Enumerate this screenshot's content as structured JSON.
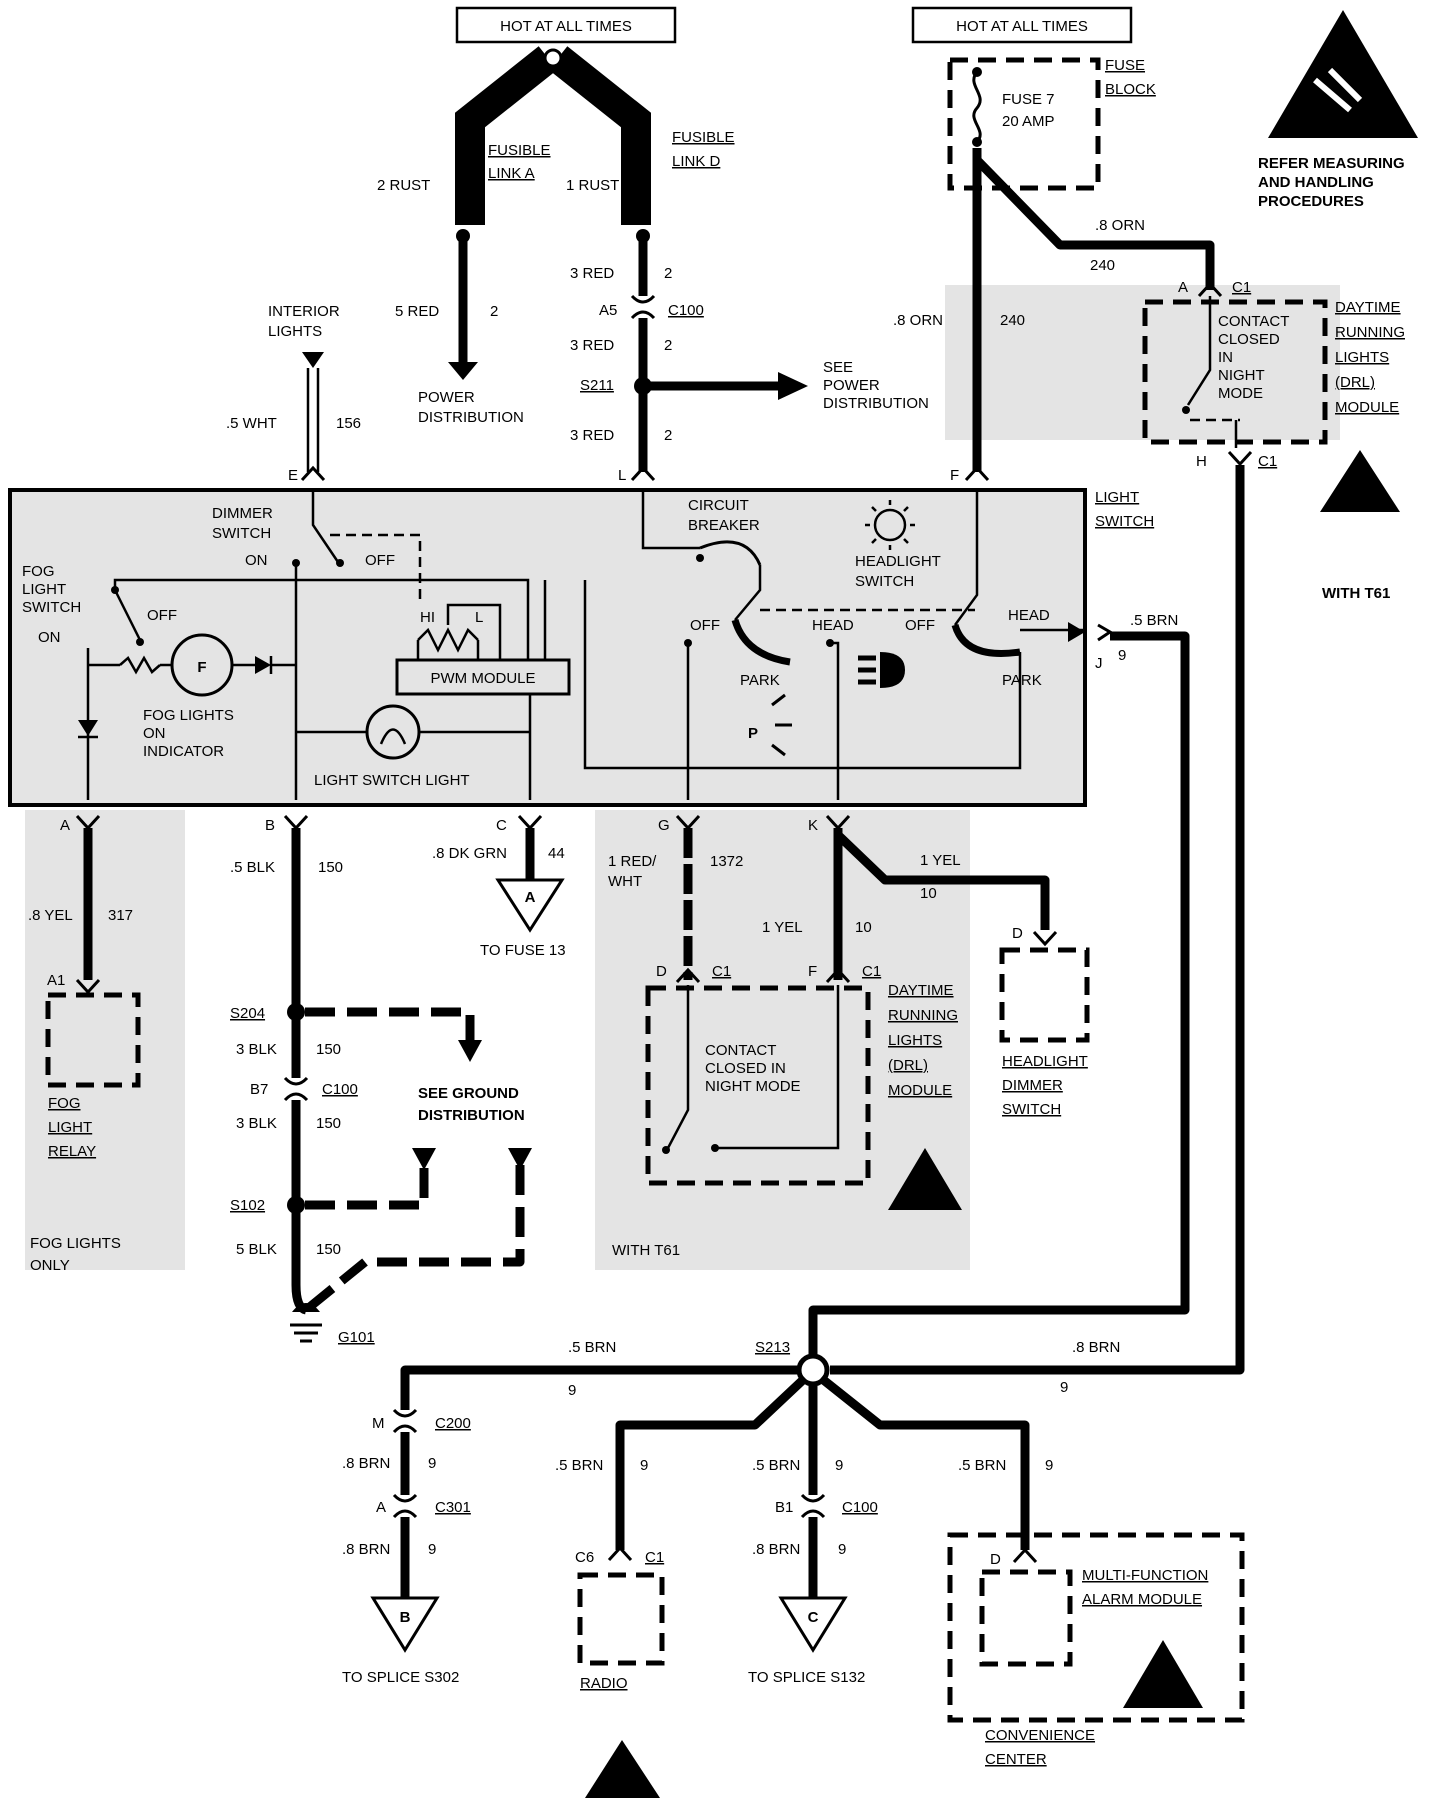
{
  "hot_at_all_times_1": "HOT AT ALL TIMES",
  "hot_at_all_times_2": "HOT AT ALL TIMES",
  "fusible_link_a": [
    "FUSIBLE",
    "LINK A"
  ],
  "fusible_link_d": [
    "FUSIBLE",
    "LINK D"
  ],
  "fuse_block": [
    "FUSE",
    "BLOCK"
  ],
  "fuse7": [
    "FUSE 7",
    "20 AMP"
  ],
  "esd_note": [
    "REFER MEASURING",
    "AND HANDLING",
    "PROCEDURES"
  ],
  "wires": {
    "rust2": "2 RUST",
    "rust1": "1 RUST",
    "red5": "5 RED",
    "red5_ckt": "2",
    "red3_a": "3 RED",
    "red3_a_ckt": "2",
    "a5": "A5",
    "c100_top": "C100",
    "red3_b": "3 RED",
    "red3_b_ckt": "2",
    "s211": "S211",
    "red3_c": "3 RED",
    "red3_c_ckt": "2",
    "orn8_a": ".8 ORN",
    "orn_ckt_a": "240",
    "orn8_b": ".8 ORN",
    "orn_ckt_b": "240",
    "wht5": ".5 WHT",
    "wht_ckt": "156",
    "brn5_j": ".5 BRN",
    "brn_j_ckt": "9",
    "blk5_b": ".5 BLK",
    "blk_b_ckt": "150",
    "dkgrn": ".8 DK GRN",
    "dkgrn_ckt": "44",
    "red_wht": [
      "1 RED/",
      "WHT"
    ],
    "red_wht_ckt": "1372",
    "yel1_a": "1 YEL",
    "yel_ckt_a": "10",
    "yel1_b": "1 YEL",
    "yel_ckt_b": "10",
    "yel8": ".8 YEL",
    "yel8_ckt": "317",
    "s204": "S204",
    "blk3_a": "3 BLK",
    "blk3_a_ckt": "150",
    "b7": "B7",
    "c100_mid": "C100",
    "blk3_b": "3 BLK",
    "blk3_b_ckt": "150",
    "s102": "S102",
    "blk5": "5 BLK",
    "blk5_ckt": "150",
    "g101": "G101",
    "brn5_s213": ".5 BRN",
    "brn_s213_ckt": "9",
    "s213": "S213",
    "brn8_right": ".8 BRN",
    "brn8_right_ckt": "9",
    "m": "M",
    "c200": "C200",
    "brn8_m": ".8 BRN",
    "brn8_m_ckt": "9",
    "a_c301": "A",
    "c301": "C301",
    "brn8_c301": ".8 BRN",
    "brn8_c301_ckt": "9",
    "brn5_radio": ".5 BRN",
    "brn5_radio_ckt": "9",
    "brn5_c100": ".5 BRN",
    "brn5_c100_ckt": "9",
    "b1": "B1",
    "c100_bot": "C100",
    "brn8_b1": ".8 BRN",
    "brn8_b1_ckt": "9",
    "brn5_alarm": ".5 BRN",
    "brn5_alarm_ckt": "9"
  },
  "pins": {
    "e": "E",
    "l": "L",
    "f": "F",
    "j": "J",
    "a": "A",
    "b": "B",
    "c": "C",
    "g": "G",
    "k": "K",
    "drl_top_a": "A",
    "drl_top_c1": "C1",
    "drl_top_h": "H",
    "drl_top_c1b": "C1",
    "drl_bot_d": "D",
    "drl_bot_c1": "C1",
    "drl_bot_f": "F",
    "drl_bot_c1b": "C1",
    "dimmer_d": "D",
    "fog_a1": "A1",
    "radio_c6": "C6",
    "radio_c1": "C1",
    "alarm_d": "D"
  },
  "labels": {
    "interior_lights": [
      "INTERIOR",
      "LIGHTS"
    ],
    "power_distribution": [
      "POWER",
      "DISTRIBUTION"
    ],
    "see_power_distribution": [
      "SEE",
      "POWER",
      "DISTRIBUTION"
    ],
    "light_switch": [
      "LIGHT",
      "SWITCH"
    ],
    "dimmer_switch": [
      "DIMMER",
      "SWITCH"
    ],
    "on": "ON",
    "off": "OFF",
    "fog_light_switch": [
      "FOG",
      "LIGHT",
      "SWITCH"
    ],
    "fog_on": "ON",
    "fog_off": "OFF",
    "hi": "HI",
    "l": "L",
    "pwm_module": "PWM MODULE",
    "fog_indicator": [
      "FOG LIGHTS",
      "ON",
      "INDICATOR"
    ],
    "light_switch_light": "LIGHT SWITCH LIGHT",
    "circuit_breaker": [
      "CIRCUIT",
      "BREAKER"
    ],
    "headlight_switch": [
      "HEADLIGHT",
      "SWITCH"
    ],
    "off_l": "OFF",
    "head_l": "HEAD",
    "park_l": "PARK",
    "off_r": "OFF",
    "head_r": "HEAD",
    "park_r": "PARK",
    "with_t61_top": "WITH T61",
    "with_t61_bot": "WITH T61",
    "drl_top": [
      "CONTACT",
      "CLOSED",
      "IN",
      "NIGHT",
      "MODE"
    ],
    "drl_top_name": [
      "DAYTIME",
      "RUNNING",
      "LIGHTS",
      "(DRL)",
      "MODULE"
    ],
    "drl_bot": [
      "CONTACT",
      "CLOSED IN",
      "NIGHT MODE"
    ],
    "drl_bot_name": [
      "DAYTIME",
      "RUNNING",
      "LIGHTS",
      "(DRL)",
      "MODULE"
    ],
    "headlight_dimmer": [
      "HEADLIGHT",
      "DIMMER",
      "SWITCH"
    ],
    "fog_light_relay": [
      "FOG",
      "LIGHT",
      "RELAY"
    ],
    "fog_lights_only": [
      "FOG LIGHTS",
      "ONLY"
    ],
    "to_fuse13": "TO FUSE 13",
    "see_ground": [
      "SEE GROUND",
      "DISTRIBUTION"
    ],
    "to_splice_s302": "TO SPLICE S302",
    "radio": "RADIO",
    "to_splice_s132": "TO SPLICE S132",
    "alarm_module": [
      "MULTI-FUNCTION",
      "ALARM MODULE"
    ],
    "convenience_center": [
      "CONVENIENCE",
      "CENTER"
    ],
    "tri_a": "A",
    "tri_b": "B",
    "tri_c": "C",
    "fog_glyph": "F",
    "park_glyph": "P"
  }
}
